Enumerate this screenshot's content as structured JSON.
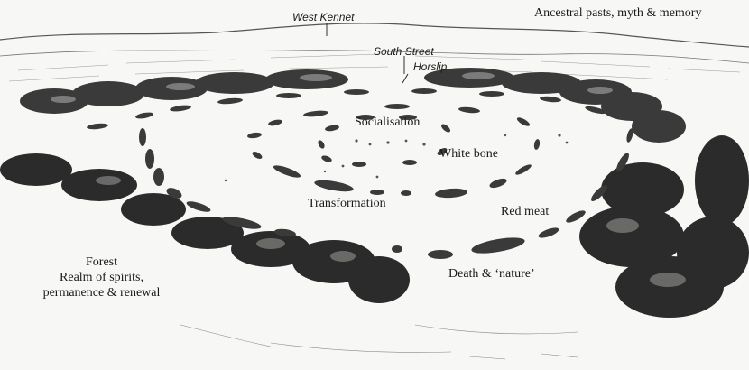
{
  "labels": {
    "west_kennet": "West Kennet",
    "ancestral": "Ancestral pasts, myth & memory",
    "south_street": "South Street",
    "horslip": "Horslip",
    "socialisation": "Socialisation",
    "white_bone": "White bone",
    "transformation": "Transformation",
    "red_meat": "Red meat",
    "death_nature": "Death & ‘nature’",
    "forest": [
      "Forest",
      "Realm of spirits,",
      "permanence & renewal"
    ]
  },
  "colors": {
    "ink": "#1a1a1a",
    "paper": "#f7f7f5",
    "foliage": "#2b2b2b",
    "ditch": "#3a3a3a"
  }
}
